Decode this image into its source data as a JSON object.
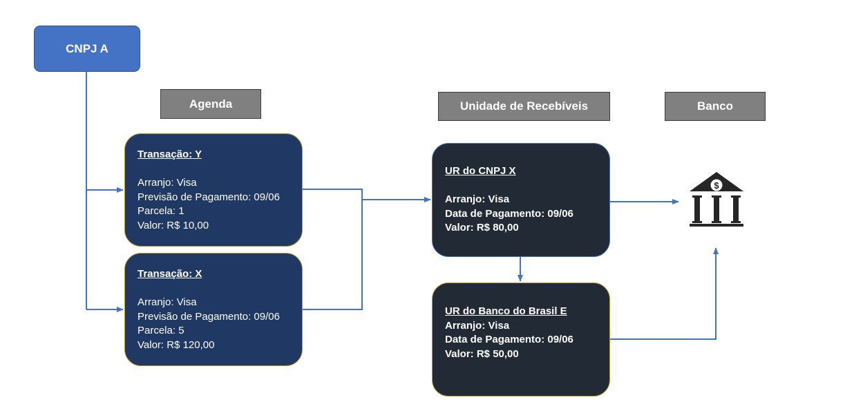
{
  "entity": {
    "label": "CNPJ A"
  },
  "headers": {
    "agenda": "Agenda",
    "unidade": "Unidade de Recebíveis",
    "banco": "Banco"
  },
  "transactions": [
    {
      "title": "Transação: Y",
      "arranjo": "Arranjo: Visa",
      "previsao": "Previsão de Pagamento: 09/06",
      "parcela": "Parcela: 1",
      "valor": "Valor: R$ 10,00"
    },
    {
      "title": "Transação: X",
      "arranjo": "Arranjo: Visa",
      "previsao": "Previsão de Pagamento: 09/06",
      "parcela": "Parcela: 5",
      "valor": "Valor: R$ 120,00"
    }
  ],
  "receivable_units": [
    {
      "title": "UR do CNPJ X",
      "arranjo": "Arranjo: Visa",
      "data": "Data de Pagamento: 09/06",
      "valor": "Valor: R$ 80,00"
    },
    {
      "title": "UR do Banco do Brasil E",
      "arranjo": "Arranjo: Visa",
      "data": "Data de Pagamento: 09/06",
      "valor": "Valor: R$ 50,00"
    }
  ],
  "bank": {
    "icon": "bank-icon"
  },
  "colors": {
    "entity": "#4472c4",
    "header": "#808080",
    "agenda_card": "#1f3864",
    "ur_card": "#222a35",
    "connector": "#4472c4",
    "icon": "#262626"
  }
}
